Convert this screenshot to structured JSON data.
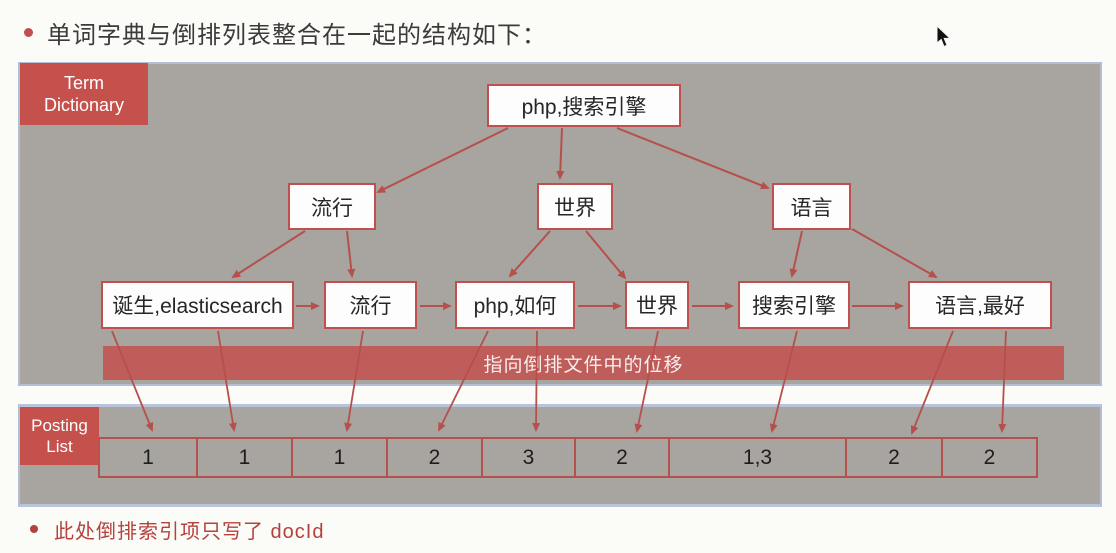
{
  "title": "单词字典与倒排列表整合在一起的结构如下：",
  "term_dictionary_label": {
    "line1": "Term",
    "line2": "Dictionary"
  },
  "posting_list_label": {
    "line1": "Posting",
    "line2": "List"
  },
  "tree": {
    "root": "php,搜索引擎",
    "level2": [
      "流行",
      "世界",
      "语言"
    ],
    "leaves": [
      "诞生,elasticsearch",
      "流行",
      "php,如何",
      "世界",
      "搜索引擎",
      "语言,最好"
    ]
  },
  "banner": "指向倒排文件中的位移",
  "posting_values": [
    "1",
    "1",
    "1",
    "2",
    "3",
    "2",
    "1,3",
    "2",
    "2"
  ],
  "footnote": "此处倒排索引项只写了 docId",
  "colors": {
    "accent_red": "#c0504d",
    "panel_gray": "#a8a49f",
    "panel_edge_blue": "#b4bed6",
    "banner_red": "#c4615e",
    "text_dark": "#3b3b3b"
  },
  "icons": {
    "cursor": "mouse-pointer"
  }
}
